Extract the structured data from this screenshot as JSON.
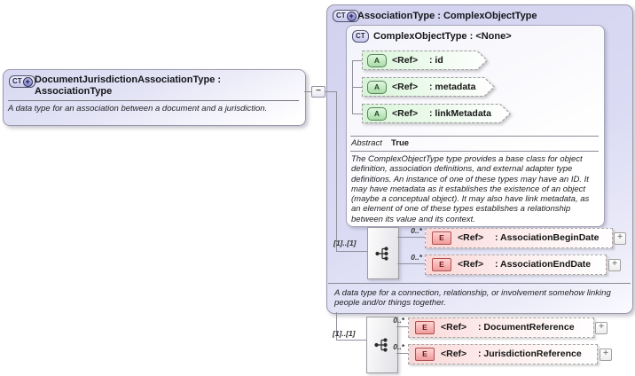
{
  "diagram": {
    "left_box": {
      "badge": "CT",
      "badge_plus": "+",
      "title": "DocumentJurisdictionAssociationType : AssociationType",
      "doc": "A data type for an association between a document and a jurisdiction.",
      "toggle": "−"
    },
    "association_box": {
      "badge": "CT",
      "badge_plus": "+",
      "title": "AssociationType : ComplexObjectType",
      "doc": "A data type for a connection, relationship, or involvement somehow linking people and/or things together.",
      "base_box": {
        "badge": "CT",
        "title": "ComplexObjectType : <None>",
        "attributes": [
          {
            "badge": "A",
            "ref": "<Ref>",
            "name": ": id"
          },
          {
            "badge": "A",
            "ref": "<Ref>",
            "name": ": metadata"
          },
          {
            "badge": "A",
            "ref": "<Ref>",
            "name": ": linkMetadata"
          }
        ],
        "abstract_label": "Abstract",
        "abstract_value": "True",
        "doc": "The ComplexObjectType type provides a base class for object definition, association definitions, and external adapter type definitions. An instance of one of these types may have an ID. It may have metadata as it establishes the existence of an object (maybe a conceptual object). It may also have link metadata, as an element of one of these types establishes a relationship between its value and its context."
      },
      "sequence": {
        "cardinality": "[1]..[1]",
        "elements": [
          {
            "badge": "E",
            "occurs": "0..*",
            "ref": "<Ref>",
            "name": ": AssociationBeginDate",
            "expand": "+"
          },
          {
            "badge": "E",
            "occurs": "0..*",
            "ref": "<Ref>",
            "name": ": AssociationEndDate",
            "expand": "+"
          }
        ]
      }
    },
    "own_sequence": {
      "cardinality": "[1]..[1]",
      "elements": [
        {
          "badge": "E",
          "occurs": "0..*",
          "ref": "<Ref>",
          "name": ": DocumentReference",
          "expand": "+"
        },
        {
          "badge": "E",
          "occurs": "0..*",
          "ref": "<Ref>",
          "name": ": JurisdictionReference",
          "expand": "+"
        }
      ]
    },
    "colors": {
      "accent_lavender": "#d6d6f2",
      "attribute_green": "#daf5da",
      "element_pink": "#fad7d7",
      "line_gray": "#8f8f9b"
    }
  }
}
